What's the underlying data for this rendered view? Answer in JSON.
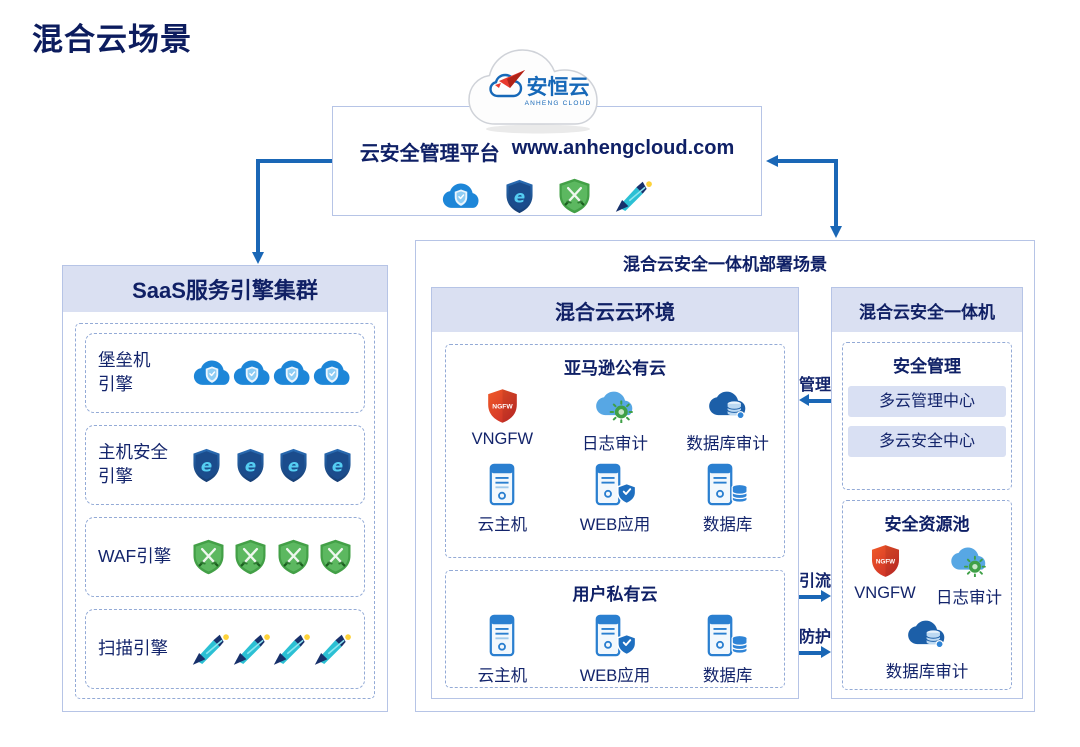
{
  "title": "混合云场景",
  "logo": {
    "brand": "安恒云",
    "brand_sub": "ANHENG CLOUD"
  },
  "platform": {
    "label": "云安全管理平台",
    "url": "www.anhengcloud.com"
  },
  "saas": {
    "title": "SaaS服务引擎集群",
    "rows": [
      {
        "label": "堡垒机\n引擎",
        "icon": "cloud-shield",
        "icon_count": 4
      },
      {
        "label": "主机安全\n引擎",
        "icon": "host-security-shield",
        "icon_count": 4
      },
      {
        "label": "WAF引擎",
        "icon": "waf-shield",
        "icon_count": 4
      },
      {
        "label": "扫描引擎",
        "icon": "scanner",
        "icon_count": 4
      }
    ]
  },
  "deployment": {
    "title": "混合云安全一体机部署场景",
    "cloud_env": {
      "title": "混合云云环境",
      "public_cloud": {
        "title": "亚马逊公有云",
        "security_items": [
          {
            "icon": "ngfw",
            "label": "VNGFW"
          },
          {
            "icon": "log-audit",
            "label": "日志审计"
          },
          {
            "icon": "db-audit",
            "label": "数据库审计"
          }
        ],
        "workload_items": [
          {
            "icon": "server",
            "label": "云主机"
          },
          {
            "icon": "server-shield",
            "label": "WEB应用"
          },
          {
            "icon": "server-db",
            "label": "数据库"
          }
        ]
      },
      "private_cloud": {
        "title": "用户私有云",
        "workload_items": [
          {
            "icon": "server",
            "label": "云主机"
          },
          {
            "icon": "server-shield",
            "label": "WEB应用"
          },
          {
            "icon": "server-db",
            "label": "数据库"
          }
        ]
      }
    },
    "appliance": {
      "title": "混合云安全一体机",
      "security_mgmt": {
        "title": "安全管理",
        "items": [
          "多云管理中心",
          "多云安全中心"
        ]
      },
      "resource_pool": {
        "title": "安全资源池",
        "items": [
          {
            "icon": "ngfw",
            "label": "VNGFW"
          },
          {
            "icon": "log-audit",
            "label": "日志审计"
          },
          {
            "icon": "db-audit",
            "label": "数据库审计"
          }
        ]
      }
    },
    "flows": [
      {
        "label": "管理",
        "direction": "left"
      },
      {
        "label": "引流",
        "direction": "right"
      },
      {
        "label": "防护",
        "direction": "right"
      }
    ]
  },
  "colors": {
    "arrow_blue": "#1a67b6",
    "navy_text": "#102065",
    "header_bg": "#dae0f2",
    "ngfw_red": "#d23a2a",
    "waf_green": "#4caf50",
    "shield_blue": "#1d86d8"
  }
}
